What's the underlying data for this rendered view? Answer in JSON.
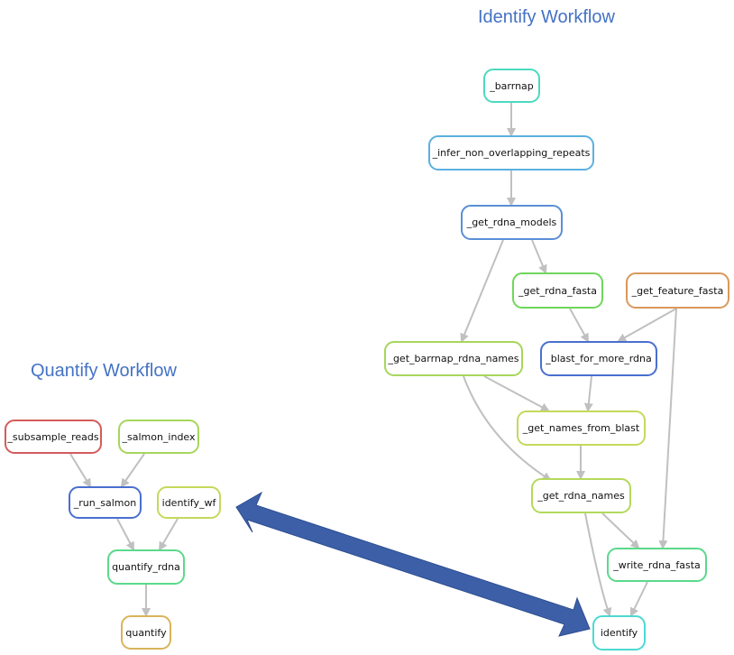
{
  "titles": {
    "identify": "Identify Workflow",
    "quantify": "Quantify Workflow"
  },
  "nodes": {
    "barrnap": {
      "label": "_barrnap",
      "color": "#4dd9c1"
    },
    "infer": {
      "label": "_infer_non_overlapping_repeats",
      "color": "#5bb0e0"
    },
    "get_rdna_models": {
      "label": "_get_rdna_models",
      "color": "#5b8fd6"
    },
    "get_rdna_fasta": {
      "label": "_get_rdna_fasta",
      "color": "#6fd65b"
    },
    "get_feature_fasta": {
      "label": "_get_feature_fasta",
      "color": "#d9985b"
    },
    "get_barrnap_rdna_names": {
      "label": "_get_barrnap_rdna_names",
      "color": "#a6d65b"
    },
    "blast_for_more_rdna": {
      "label": "_blast_for_more_rdna",
      "color": "#4a6fcf"
    },
    "get_names_from_blast": {
      "label": "_get_names_from_blast",
      "color": "#c4d95b"
    },
    "get_rdna_names": {
      "label": "_get_rdna_names",
      "color": "#b4d95b"
    },
    "write_rdna_fasta": {
      "label": "_write_rdna_fasta",
      "color": "#5bd98c"
    },
    "identify": {
      "label": "identify",
      "color": "#4dd9d1"
    },
    "subsample_reads": {
      "label": "_subsample_reads",
      "color": "#d45b5b"
    },
    "salmon_index": {
      "label": "_salmon_index",
      "color": "#a6d65b"
    },
    "run_salmon": {
      "label": "_run_salmon",
      "color": "#4a6fcf"
    },
    "identify_wf": {
      "label": "identify_wf",
      "color": "#c4d95b"
    },
    "quantify_rdna": {
      "label": "quantify_rdna",
      "color": "#5bd98c"
    },
    "quantify": {
      "label": "quantify",
      "color": "#d9b45b"
    }
  },
  "colors": {
    "edge": "#c0c0c0",
    "title": "#4472C4",
    "arrow": "#3c5fa8"
  }
}
